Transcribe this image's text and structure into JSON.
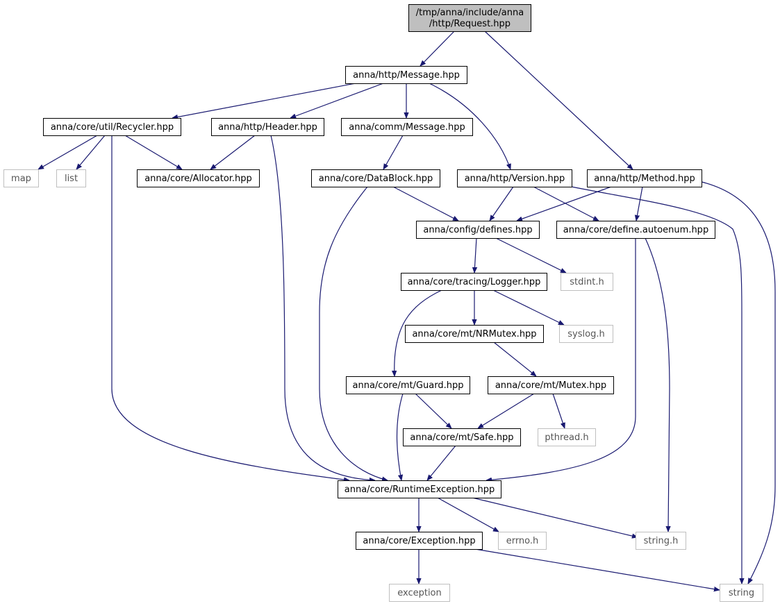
{
  "nodes": [
    {
      "id": "request",
      "lines": [
        "/tmp/anna/include/anna",
        "/http/Request.hpp"
      ],
      "kind": "root"
    },
    {
      "id": "http_message",
      "lines": [
        "anna/http/Message.hpp"
      ],
      "kind": "header"
    },
    {
      "id": "recycler",
      "lines": [
        "anna/core/util/Recycler.hpp"
      ],
      "kind": "header"
    },
    {
      "id": "http_header",
      "lines": [
        "anna/http/Header.hpp"
      ],
      "kind": "header"
    },
    {
      "id": "comm_message",
      "lines": [
        "anna/comm/Message.hpp"
      ],
      "kind": "header"
    },
    {
      "id": "map",
      "lines": [
        "map"
      ],
      "kind": "system"
    },
    {
      "id": "list",
      "lines": [
        "list"
      ],
      "kind": "system"
    },
    {
      "id": "allocator",
      "lines": [
        "anna/core/Allocator.hpp"
      ],
      "kind": "header"
    },
    {
      "id": "datablock",
      "lines": [
        "anna/core/DataBlock.hpp"
      ],
      "kind": "header"
    },
    {
      "id": "version",
      "lines": [
        "anna/http/Version.hpp"
      ],
      "kind": "header"
    },
    {
      "id": "method",
      "lines": [
        "anna/http/Method.hpp"
      ],
      "kind": "header"
    },
    {
      "id": "defines",
      "lines": [
        "anna/config/defines.hpp"
      ],
      "kind": "header"
    },
    {
      "id": "autoenum",
      "lines": [
        "anna/core/define.autoenum.hpp"
      ],
      "kind": "header"
    },
    {
      "id": "logger",
      "lines": [
        "anna/core/tracing/Logger.hpp"
      ],
      "kind": "header"
    },
    {
      "id": "stdint",
      "lines": [
        "stdint.h"
      ],
      "kind": "system"
    },
    {
      "id": "nrmutex",
      "lines": [
        "anna/core/mt/NRMutex.hpp"
      ],
      "kind": "header"
    },
    {
      "id": "syslog",
      "lines": [
        "syslog.h"
      ],
      "kind": "system"
    },
    {
      "id": "guard",
      "lines": [
        "anna/core/mt/Guard.hpp"
      ],
      "kind": "header"
    },
    {
      "id": "mutex",
      "lines": [
        "anna/core/mt/Mutex.hpp"
      ],
      "kind": "header"
    },
    {
      "id": "safe",
      "lines": [
        "anna/core/mt/Safe.hpp"
      ],
      "kind": "header"
    },
    {
      "id": "pthread",
      "lines": [
        "pthread.h"
      ],
      "kind": "system"
    },
    {
      "id": "runtimeexc",
      "lines": [
        "anna/core/RuntimeException.hpp"
      ],
      "kind": "header"
    },
    {
      "id": "exception_hpp",
      "lines": [
        "anna/core/Exception.hpp"
      ],
      "kind": "header"
    },
    {
      "id": "errno",
      "lines": [
        "errno.h"
      ],
      "kind": "system"
    },
    {
      "id": "string_h",
      "lines": [
        "string.h"
      ],
      "kind": "system"
    },
    {
      "id": "exception",
      "lines": [
        "exception"
      ],
      "kind": "system"
    },
    {
      "id": "string",
      "lines": [
        "string"
      ],
      "kind": "system"
    }
  ],
  "edges": [
    [
      "request",
      "http_message"
    ],
    [
      "request",
      "method"
    ],
    [
      "http_message",
      "recycler"
    ],
    [
      "http_message",
      "http_header"
    ],
    [
      "http_message",
      "comm_message"
    ],
    [
      "http_message",
      "version"
    ],
    [
      "recycler",
      "map"
    ],
    [
      "recycler",
      "list"
    ],
    [
      "recycler",
      "allocator"
    ],
    [
      "recycler",
      "runtimeexc"
    ],
    [
      "http_header",
      "allocator"
    ],
    [
      "http_header",
      "runtimeexc"
    ],
    [
      "comm_message",
      "datablock"
    ],
    [
      "datablock",
      "defines"
    ],
    [
      "datablock",
      "runtimeexc"
    ],
    [
      "version",
      "defines"
    ],
    [
      "version",
      "autoenum"
    ],
    [
      "version",
      "string"
    ],
    [
      "method",
      "defines"
    ],
    [
      "method",
      "autoenum"
    ],
    [
      "method",
      "string"
    ],
    [
      "defines",
      "logger"
    ],
    [
      "defines",
      "stdint"
    ],
    [
      "autoenum",
      "runtimeexc"
    ],
    [
      "autoenum",
      "string_h"
    ],
    [
      "logger",
      "nrmutex"
    ],
    [
      "logger",
      "syslog"
    ],
    [
      "logger",
      "guard"
    ],
    [
      "nrmutex",
      "mutex"
    ],
    [
      "guard",
      "safe"
    ],
    [
      "guard",
      "runtimeexc"
    ],
    [
      "mutex",
      "safe"
    ],
    [
      "mutex",
      "pthread"
    ],
    [
      "safe",
      "runtimeexc"
    ],
    [
      "runtimeexc",
      "exception_hpp"
    ],
    [
      "runtimeexc",
      "errno"
    ],
    [
      "runtimeexc",
      "string_h"
    ],
    [
      "exception_hpp",
      "exception"
    ],
    [
      "exception_hpp",
      "string"
    ]
  ]
}
